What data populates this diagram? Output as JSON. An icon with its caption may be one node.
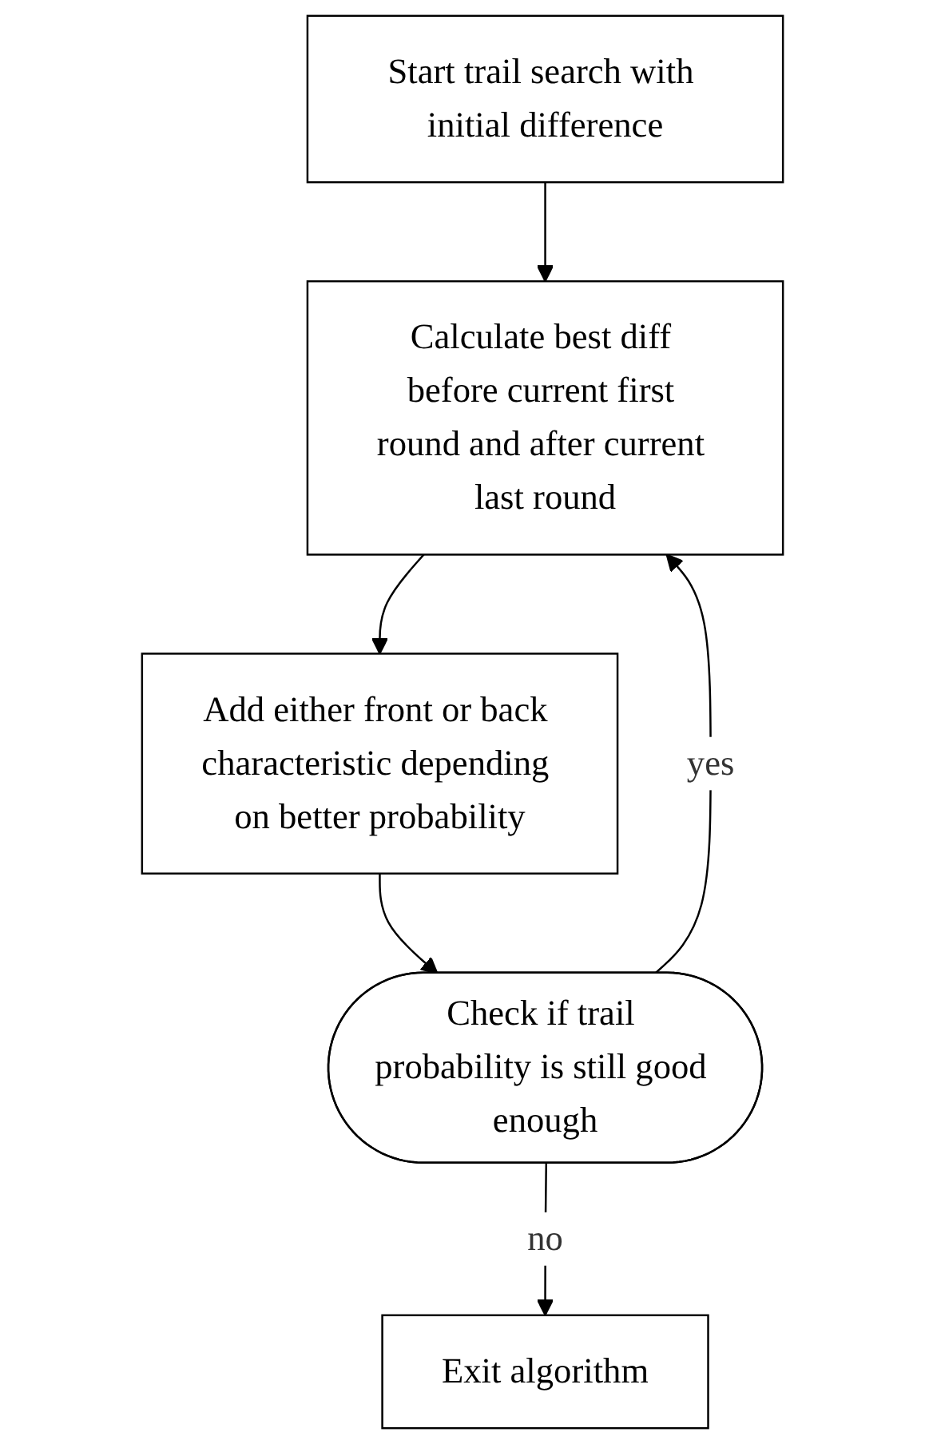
{
  "diagram": {
    "nodes": [
      {
        "text": [
          "Start trail search with initial difference"
        ]
      },
      {
        "text": [
          "Calculate best diff before current first round and after current last round"
        ]
      },
      {
        "text": [
          "Add either front or back characteristic depending on better probability"
        ]
      },
      {
        "text": [
          "Check if trail probability is still good enough"
        ]
      },
      {
        "text": [
          "Exit algorithm"
        ]
      }
    ],
    "edges": [
      {
        "from": 0,
        "to": 1,
        "arrow": "to"
      },
      {
        "from": 1,
        "to": 2,
        "arrow": "to"
      },
      {
        "from": 2,
        "to": 3,
        "arrow": "to"
      },
      {
        "from": 3,
        "to": 1,
        "label": "yes",
        "arrow": "to"
      },
      {
        "from": 3,
        "to": 4,
        "label": "no",
        "arrow": "to"
      }
    ]
  }
}
